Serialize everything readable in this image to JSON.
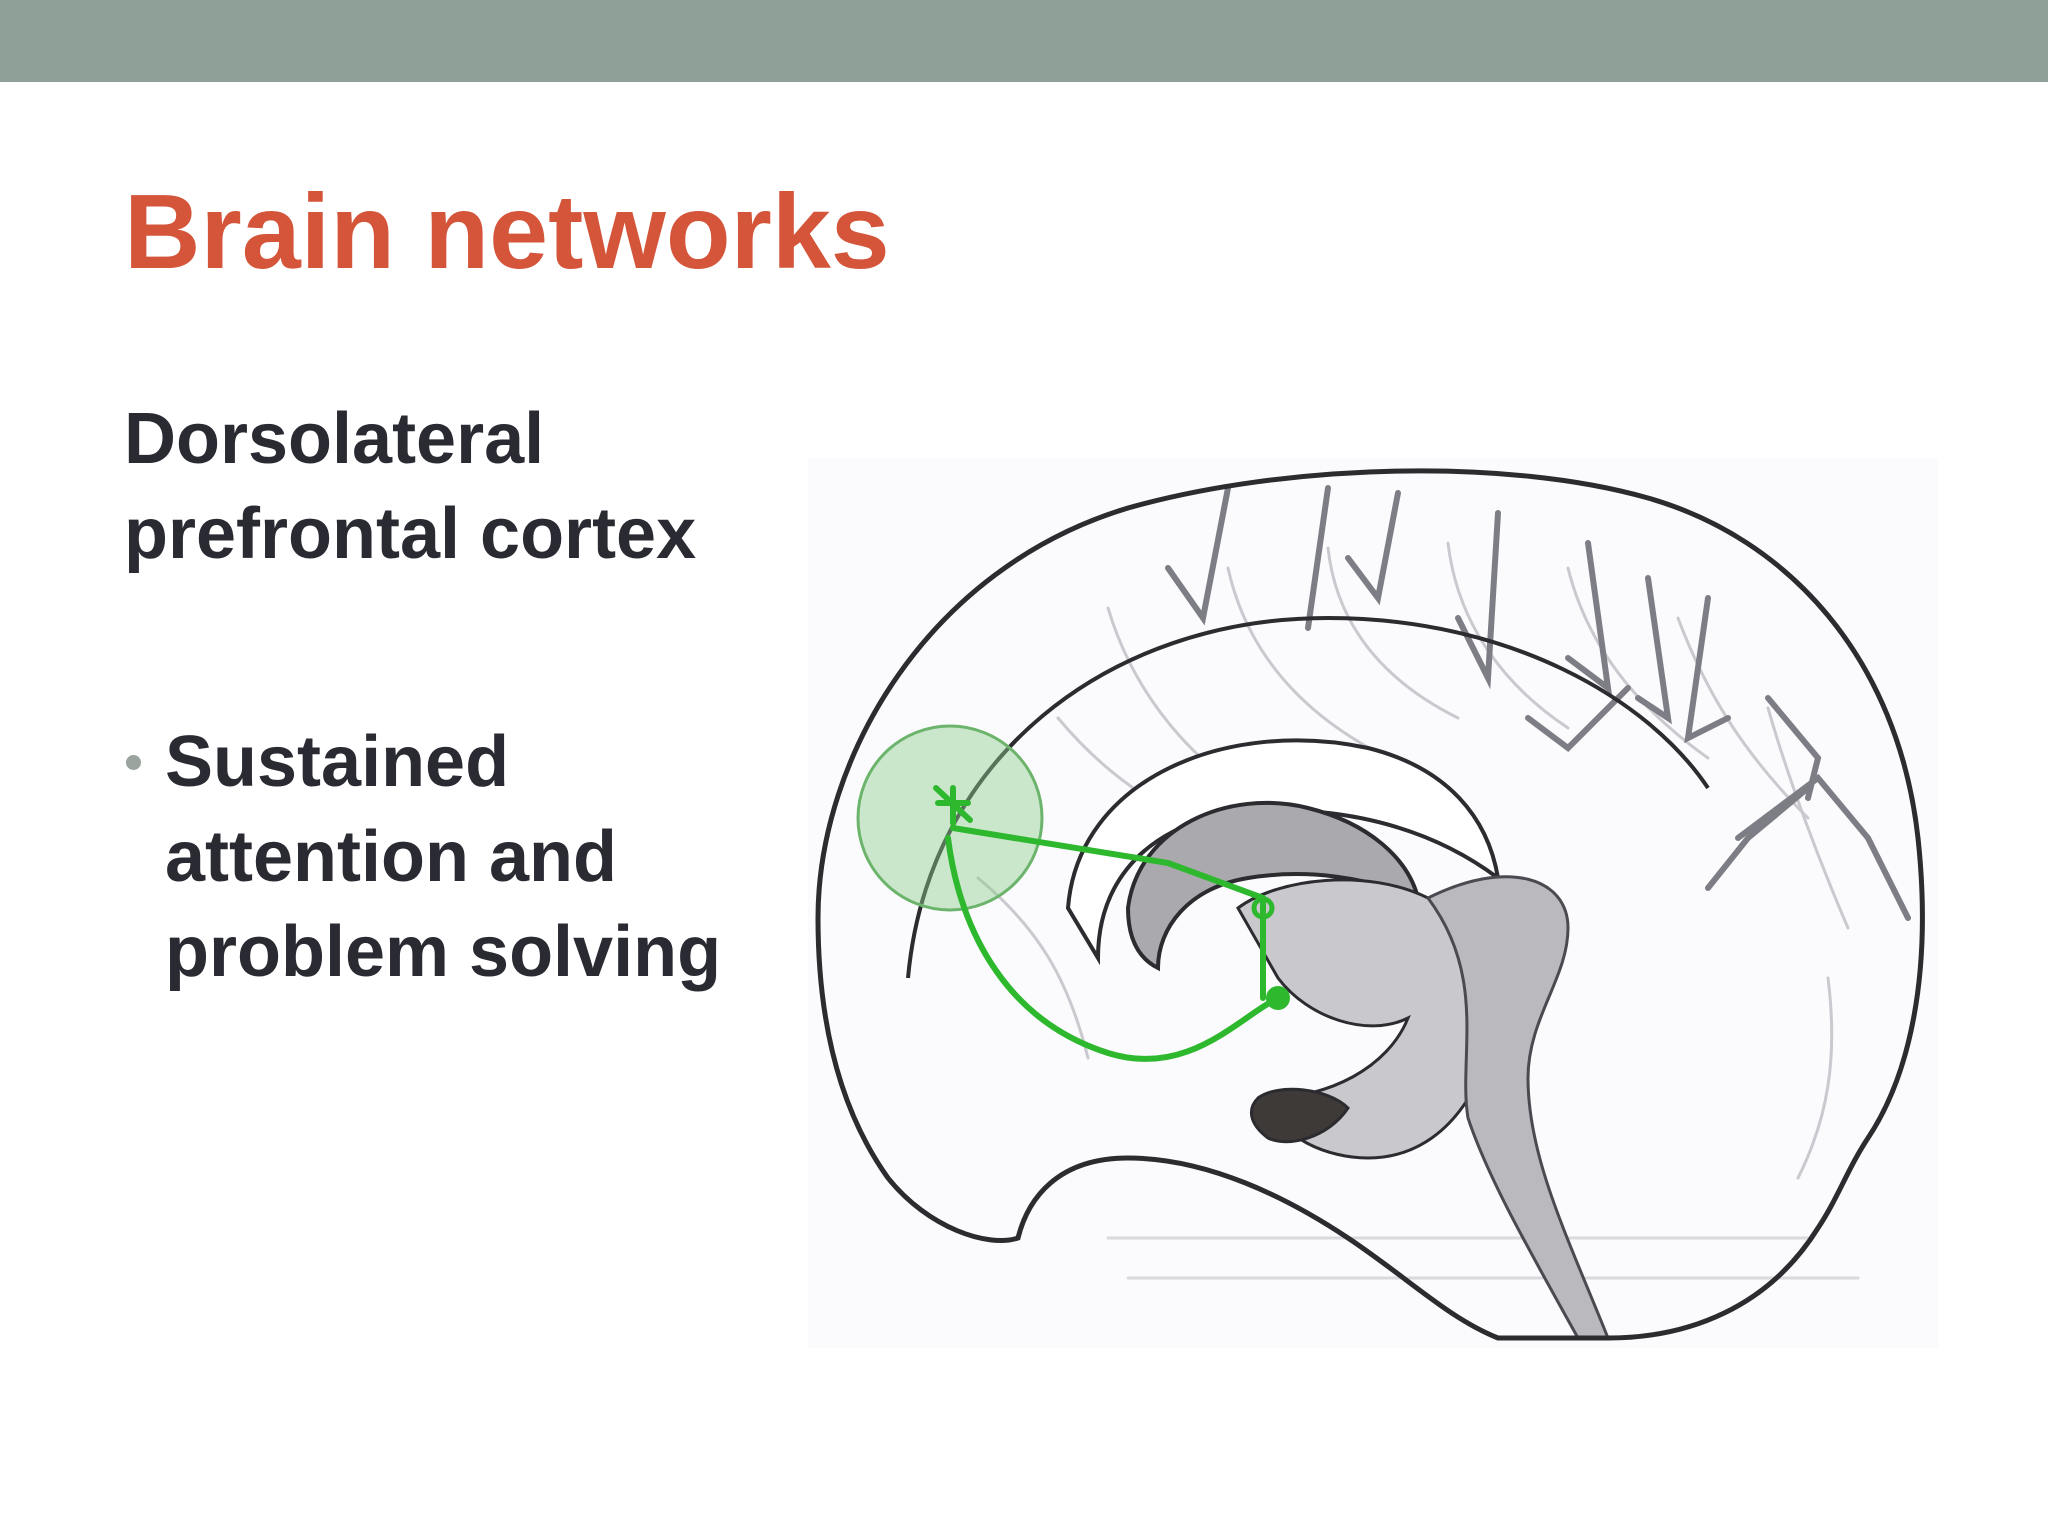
{
  "slide": {
    "title": "Brain networks",
    "subheading": "Dorsolateral prefrontal cortex",
    "bullets": [
      "Sustained attention and problem solving"
    ]
  },
  "figure": {
    "description_icon": "brain-sagittal-sketch-icon"
  },
  "colors": {
    "top_band": "#8fa098",
    "title": "#d4553a",
    "body_text": "#2a2a33",
    "bullet_dot": "#9aa39e",
    "network_pathway": "#2eb82e",
    "dlpfc_region": "#8fcf8f"
  }
}
